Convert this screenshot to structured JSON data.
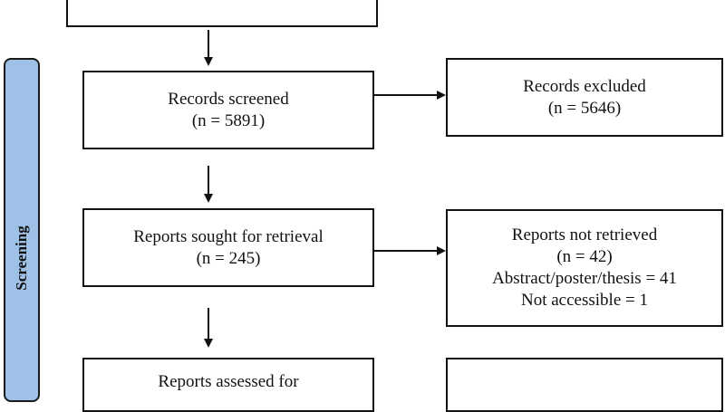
{
  "phase": {
    "label": "Screening",
    "color": "#9fc1e8"
  },
  "boxes": {
    "records_screened": {
      "title": "Records screened",
      "count": "(n = 5891)"
    },
    "records_excluded": {
      "title": "Records excluded",
      "count": "(n = 5646)"
    },
    "reports_sought": {
      "title": "Reports sought for retrieval",
      "count": "(n = 245)"
    },
    "reports_not_retrieved": {
      "title": "Reports not retrieved",
      "count": "(n = 42)",
      "detail_1": "Abstract/poster/thesis = 41",
      "detail_2": "Not accessible = 1"
    },
    "reports_assessed": {
      "title_fragment": "Reports assessed for"
    }
  }
}
